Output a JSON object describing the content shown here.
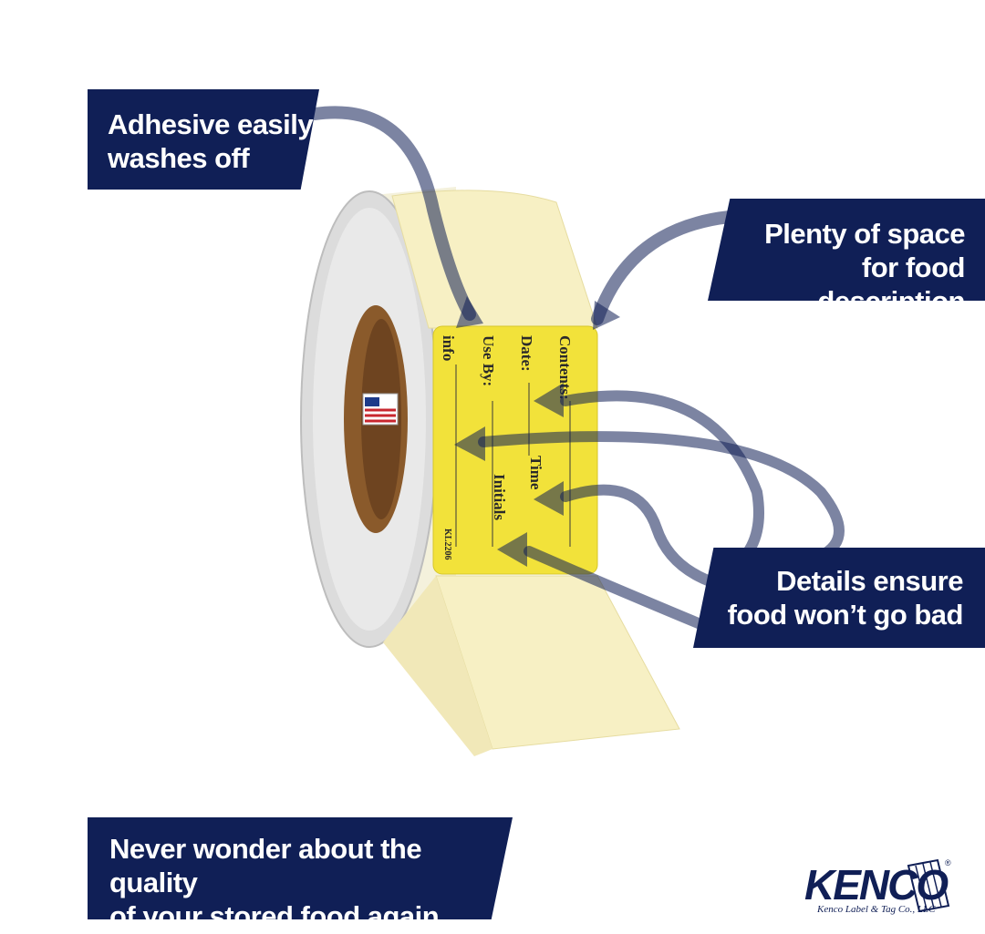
{
  "callouts": {
    "adhesive": [
      "Adhesive easily",
      "washes off"
    ],
    "space": [
      "Plenty of space",
      "for food description"
    ],
    "details": [
      "Details ensure",
      "food won’t go bad"
    ],
    "bottom": [
      "Never wonder about the quality",
      "of your stored food again"
    ]
  },
  "label": {
    "contents": "Contents:",
    "date": "Date:",
    "time": "Time",
    "use_by": "Use By:",
    "initials": "Initials",
    "info": "info",
    "code": "KL2206"
  },
  "core_tag": "MADE IN USA",
  "logo": {
    "name": "KENCO",
    "subtitle": "Kenco Label & Tag Co., LLC",
    "registered": "®"
  },
  "colors": {
    "navy": "#101f56",
    "label_yellow": "#f2e23a",
    "label_pale": "#f7f0c4",
    "core_brown": "#8a5a2b"
  }
}
